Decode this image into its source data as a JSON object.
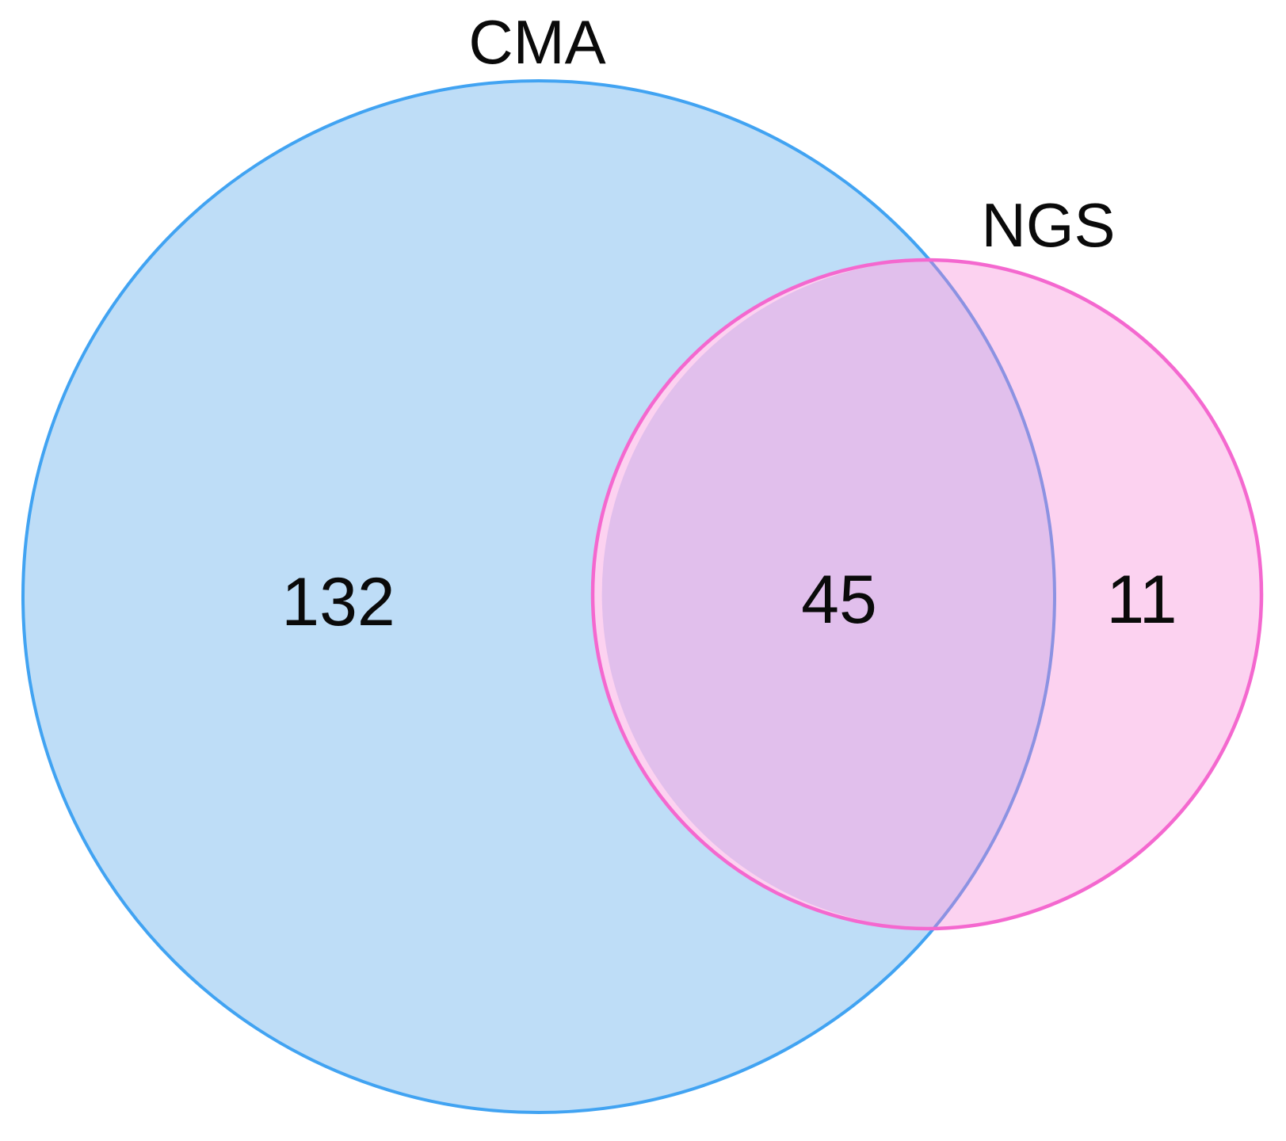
{
  "diagram": {
    "set_a_label": "CMA",
    "set_b_label": "NGS",
    "set_a_only_count": "132",
    "intersection_count": "45",
    "set_b_only_count": "11"
  },
  "chart_data": {
    "type": "venn",
    "title": "",
    "sets": [
      {
        "label": "CMA",
        "unique_value": 132
      },
      {
        "label": "NGS",
        "unique_value": 11
      }
    ],
    "intersection": {
      "sets": [
        "CMA",
        "NGS"
      ],
      "value": 45
    },
    "regions": [
      {
        "region": "CMA only",
        "value": 132
      },
      {
        "region": "CMA and NGS overlap",
        "value": 45
      },
      {
        "region": "NGS only",
        "value": 11
      }
    ],
    "layout": {
      "legend": "none",
      "background": "#FFFFFF",
      "label_color": "#0A0A0A"
    },
    "colors": {
      "cma_fill": "#BEDDF7",
      "cma_stroke": "#41A3F2",
      "ngs_fill": "#FCD2F0",
      "ngs_stroke": "#F468CF",
      "overlap_fill": "#E1BFEC",
      "cma_stroke_inside_ngs": "#8C92E2"
    }
  }
}
